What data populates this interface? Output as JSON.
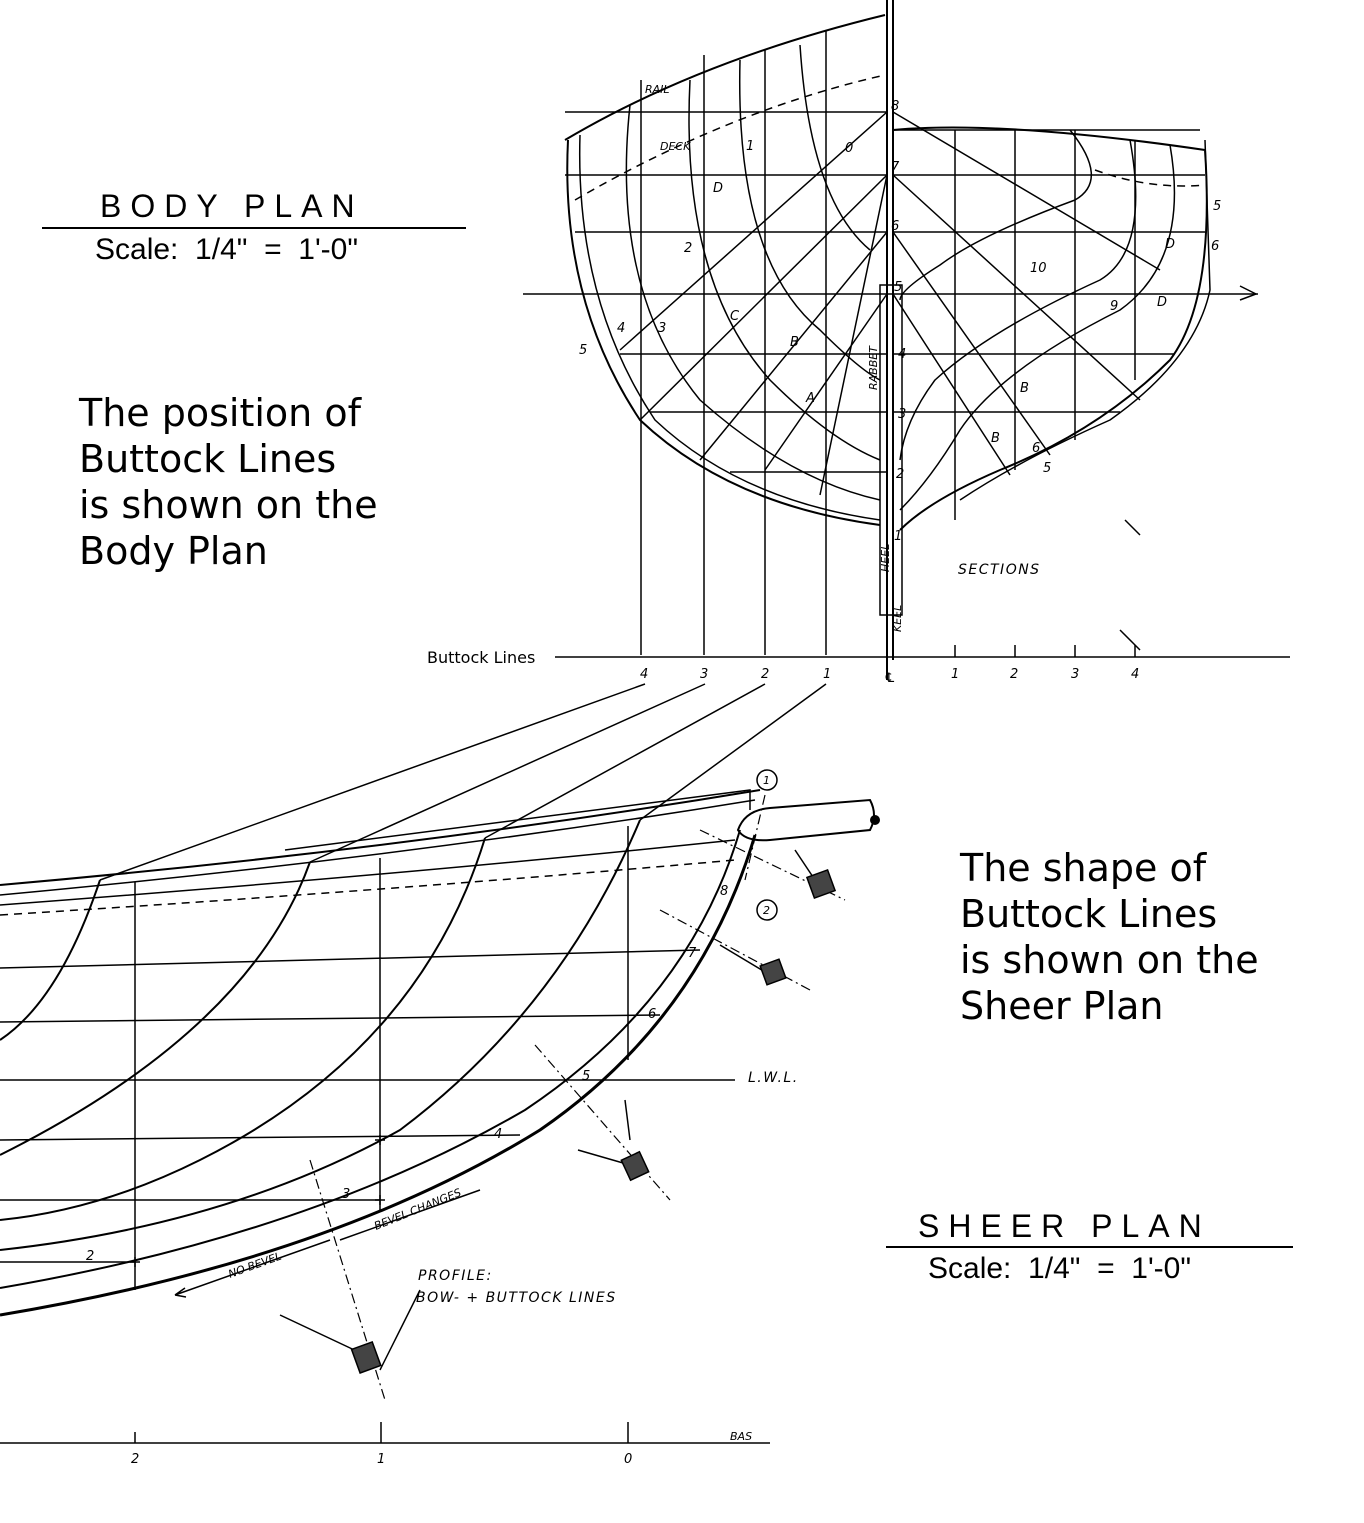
{
  "body_plan": {
    "title": "BODY PLAN",
    "scale": "Scale:  1/4\"  =  1'-0\"",
    "caption_lines": [
      "The position of",
      "Buttock Lines",
      "is shown on the",
      "Body Plan"
    ],
    "buttock_axis_label": "Buttock Lines",
    "buttock_ticks_left": [
      "4",
      "3",
      "2",
      "1"
    ],
    "centerline_mark": "℄",
    "buttock_ticks_right": [
      "1",
      "2",
      "3",
      "4"
    ],
    "sections_label": "SECTIONS",
    "waterline_numbers": [
      "8",
      "7",
      "6",
      "5",
      "4",
      "3",
      "2",
      "1"
    ],
    "rail_label": "RAIL",
    "deck_label": "DECK",
    "rabbet_label": "RABBET",
    "keel_labels": [
      "HEEL",
      "KEEL"
    ],
    "diagonal_letters": [
      "D",
      "C",
      "B",
      "A",
      "D",
      "D",
      "B",
      "B"
    ],
    "station_numbers_left": [
      "1",
      "0",
      "2",
      "3",
      "4",
      "5"
    ],
    "station_numbers_right": [
      "10",
      "9",
      "6",
      "5",
      "5",
      "6"
    ]
  },
  "sheer_plan": {
    "title": "SHEER PLAN",
    "scale": "Scale:  1/4\"  =  1'-0\"",
    "caption_lines": [
      "The shape of",
      "Buttock Lines",
      "is shown on the",
      "Sheer Plan"
    ],
    "lwl_label": "L.W.L.",
    "profile_label_1": "PROFILE:",
    "profile_label_2": "BOW- + BUTTOCK LINES",
    "bevel_changes": "BEVEL CHANGES",
    "no_bevel": "NO BEVEL",
    "waterline_numbers": [
      "8",
      "7",
      "6",
      "5",
      "4",
      "3",
      "2"
    ],
    "circle_numbers": [
      "1",
      "2"
    ],
    "base_ticks": [
      "2",
      "1",
      "0"
    ],
    "base_label": "BAS"
  }
}
